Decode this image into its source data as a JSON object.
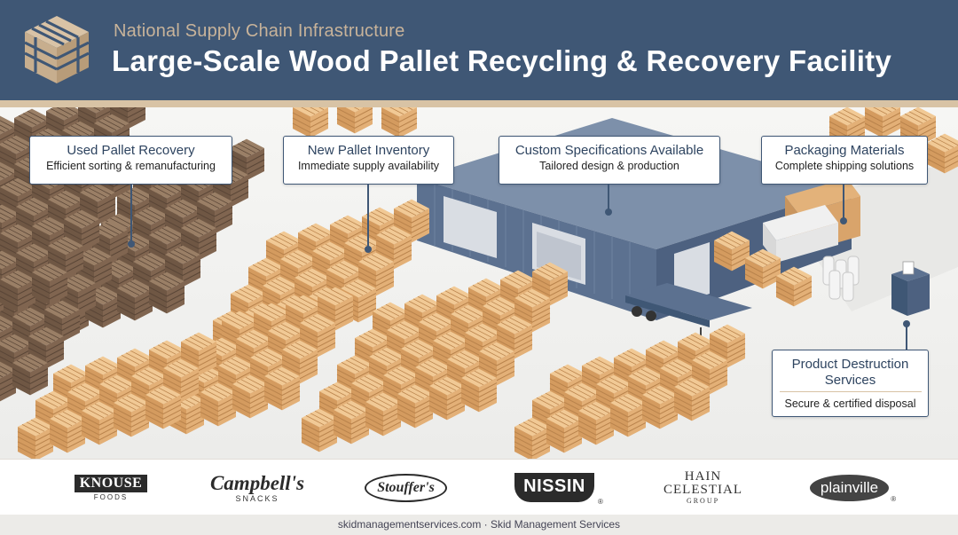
{
  "header": {
    "subtitle": "National Supply Chain Infrastructure",
    "title": "Large-Scale Wood Pallet Recycling & Recovery Facility"
  },
  "colors": {
    "header_bg": "#3f5775",
    "accent_tan": "#d8c3a5",
    "new_wood": "#e8b982",
    "used_wood": "#8a6f58",
    "warehouse": "#5c7190"
  },
  "callouts": {
    "used_recovery": {
      "title": "Used Pallet Recovery",
      "sub": "Efficient sorting & remanufacturing"
    },
    "new_inventory": {
      "title": "New Pallet Inventory",
      "sub": "Immediate supply availability"
    },
    "custom_specs": {
      "title": "Custom Specifications Available",
      "sub": "Tailored design & production"
    },
    "packaging": {
      "title": "Packaging Materials",
      "sub": "Complete shipping solutions"
    },
    "destruction": {
      "title": "Product Destruction Services",
      "sub": "Secure & certified disposal"
    }
  },
  "brands": {
    "knouse": {
      "name": "KNOUSE",
      "tag": "FOODS"
    },
    "campbells": {
      "name": "Campbell's",
      "tag": "SNACKS"
    },
    "stouffers": {
      "name": "Stouffer's"
    },
    "nissin": {
      "name": "NISSIN",
      "mark": "®"
    },
    "hain": {
      "line1": "HAIN",
      "line2": "CELESTIAL",
      "line3": "GROUP"
    },
    "plainville": {
      "name": "plainville",
      "mark": "®"
    }
  },
  "footer": {
    "text": "skidmanagementservices.com · Skid Management Services"
  }
}
